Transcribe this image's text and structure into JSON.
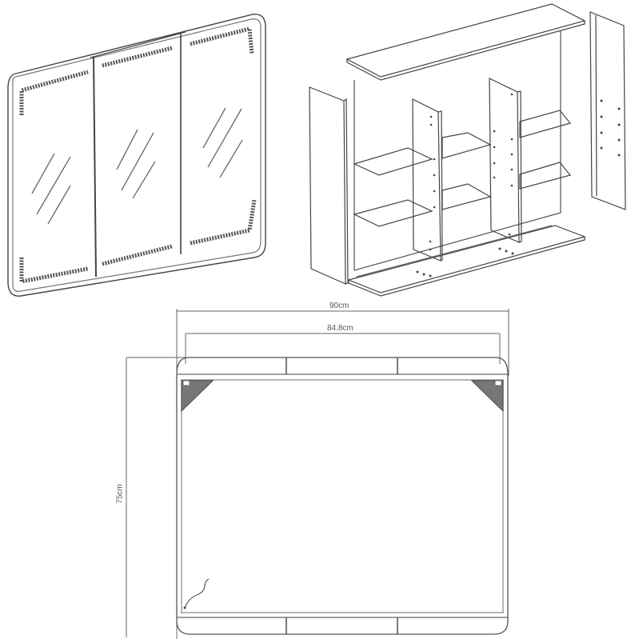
{
  "figure": {
    "panels": [
      {
        "id": "isometric-mirror-cabinet",
        "description": "Assembled three-door mirror cabinet with LED light strips at corners"
      },
      {
        "id": "exploded-view",
        "description": "Exploded cabinet carcass with top, bottom, side panels, two vertical dividers and six shelves"
      },
      {
        "id": "front-elevation",
        "description": "Front dimensioned view with corner brackets"
      }
    ],
    "dimensions": {
      "overall_width": "90cm",
      "inner_width": "84.8cm",
      "height": "75cm"
    },
    "colors": {
      "line": "#444444",
      "light_line": "#888888",
      "bracket_fill": "#777777",
      "background": "#ffffff"
    }
  }
}
